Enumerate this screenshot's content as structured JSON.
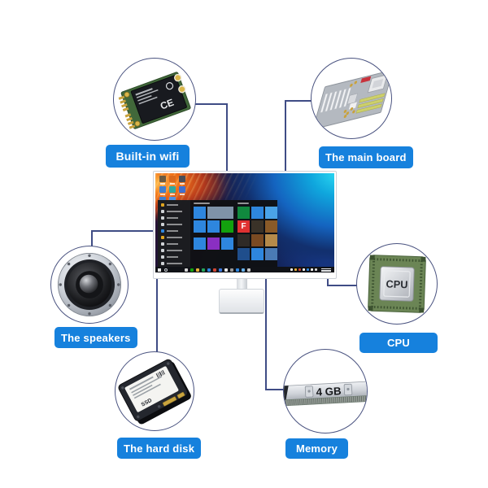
{
  "callouts": [
    {
      "id": "wifi",
      "label": "Built-in wifi"
    },
    {
      "id": "mainboard",
      "label": "The main board"
    },
    {
      "id": "speakers",
      "label": "The speakers"
    },
    {
      "id": "cpu",
      "label": "CPU"
    },
    {
      "id": "harddisk",
      "label": "The hard disk"
    },
    {
      "id": "memory",
      "label": "Memory"
    }
  ],
  "component_art": {
    "wifi_card_marking": "CE",
    "cpu_text": "CPU",
    "ram_capacity": "4 GB",
    "ssd_text": "SSD"
  },
  "colors": {
    "label_background": "#1681dd",
    "label_text": "#ffffff",
    "connector_line": "#3f4c85",
    "circle_outline": "#4a5380",
    "page_background": "#ffffff"
  },
  "screen": {
    "desktop_icons": [
      [
        "#6a5a42",
        "#d9691e",
        "#4a4c56"
      ],
      [
        "#3f7fd0",
        "#2fa8a0",
        "#3f6fd0"
      ],
      [
        "#3f7fd0",
        "#5090e0"
      ]
    ],
    "rail_icons": [
      "#e0a520",
      "#cfd2d6",
      "#cfd2d6",
      "#cfd2d6",
      "#2e86de",
      "#e0a520",
      "#cfd2d6",
      "#cfd2d6",
      "#cfd2d6",
      "#cfd2d6"
    ],
    "tile_groups": [
      {
        "x": 44,
        "rows": [
          [
            {
              "c": "#2e86de"
            },
            {
              "c": "#7f93a8",
              "w": 2
            }
          ],
          [
            {
              "c": "#2e86de"
            },
            {
              "c": "#2e86de"
            },
            {
              "c": "#13a10e"
            }
          ],
          {
            "s": 4
          },
          [
            {
              "c": "#2e86de"
            },
            {
              "c": "#8a2fc2"
            },
            {
              "c": "#2e86de"
            }
          ]
        ]
      },
      {
        "x": 98,
        "rows": [
          [
            {
              "c": "#10893e"
            },
            {
              "c": "#2e86de"
            },
            {
              "c": "#4aa3e8"
            }
          ],
          [
            {
              "c": "#e03131",
              "g": "F"
            },
            {
              "c": "#3a3228"
            },
            {
              "c": "#8a5a28"
            }
          ],
          [
            {
              "c": "#2f2a26"
            },
            {
              "c": "#7a4a22"
            },
            {
              "c": "#b58a4a"
            }
          ],
          [
            {
              "c": "#1f4e8c"
            },
            {
              "c": "#2e86de"
            },
            {
              "c": "#4a7ab5"
            }
          ]
        ]
      }
    ],
    "taskbar_dots": [
      "#d8d8d8",
      "#13a10e",
      "#e8b339",
      "#23a55a",
      "#2e86de",
      "#d04533",
      "#3b78dd",
      "#e8e8e8",
      "#9a9a9a",
      "#2e86de",
      "#67b0e8",
      "#c8c8c8"
    ],
    "tray_dots": [
      "#ffffff",
      "#e8b339",
      "#d04533",
      "#ffffff",
      "#2e86de",
      "#ffffff",
      "#d8d8d8"
    ]
  }
}
